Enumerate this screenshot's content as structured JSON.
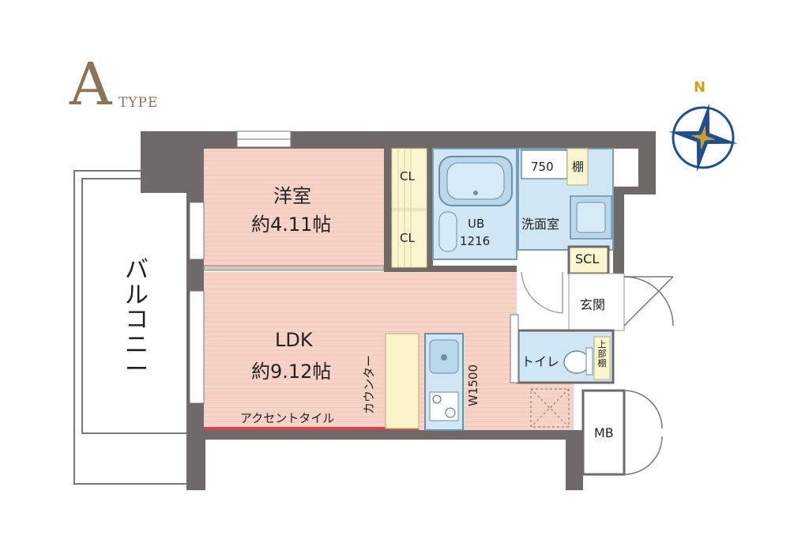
{
  "header": {
    "type_letter": "A",
    "type_word": "TYPE"
  },
  "compass": {
    "north_label": "N"
  },
  "balcony": {
    "label": "バルコニー"
  },
  "rooms": {
    "western_room": {
      "name": "洋室",
      "size": "約4.11帖"
    },
    "ldk": {
      "name": "LDK",
      "size": "約9.12帖"
    },
    "closet_1": {
      "label": "CL"
    },
    "closet_2": {
      "label": "CL"
    },
    "unit_bath": {
      "label": "UB",
      "size": "1216"
    },
    "washroom": {
      "label": "洗面室"
    },
    "vanity": {
      "label": "750"
    },
    "shelf": {
      "label": "棚"
    },
    "scl": {
      "label": "SCL"
    },
    "entrance": {
      "label": "玄関"
    },
    "toilet": {
      "label": "トイレ"
    },
    "upper_shelf": {
      "label": "上部棚"
    },
    "mb": {
      "label": "MB"
    }
  },
  "fixtures": {
    "counter": {
      "label": "カウンター"
    },
    "kitchen": {
      "label": "W1500"
    },
    "accent_tile": {
      "label": "アクセントタイル"
    }
  },
  "colors": {
    "wall": "#6f6a67",
    "room_floor": "#f6d3c6",
    "wet_area": "#cfe6f4",
    "closet": "#fbf6cf",
    "counter": "#fbf3c8",
    "accent_tile": "#d8424a",
    "type_brand": "#8a7457",
    "compass_blue": "#1f4f8f",
    "compass_gold": "#c9a227"
  }
}
